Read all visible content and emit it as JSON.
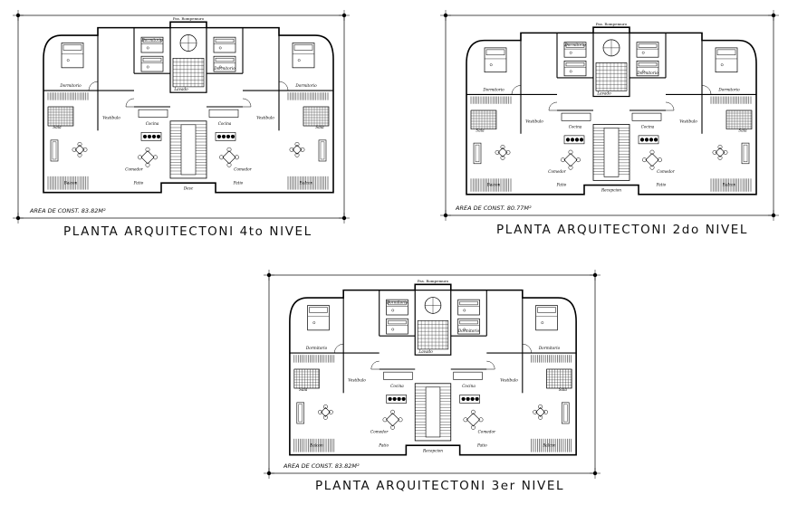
{
  "plans": [
    {
      "id": "4to",
      "caption": "PLANTA ARQUITECTONI 4to NIVEL",
      "area": "AREA DE CONST. 83.82M²",
      "top_label": "Pas. Rompemuro",
      "rooms": {
        "dormitorio": "Dormitorio",
        "cocina": "Cocina",
        "vestibulo": "Vestíbulo",
        "sala": "Sala",
        "comedor": "Comedor",
        "patio": "Patio",
        "balcon": "Balcon",
        "lavado": "Lavado",
        "descanso": "Desc"
      }
    },
    {
      "id": "2do",
      "caption": "PLANTA ARQUITECTONI 2do  NIVEL",
      "area": "AREA DE CONST. 80.77M²",
      "top_label": "Pas. Rompemuro",
      "rooms": {
        "dormitorio": "Dormitorio",
        "cocina": "Cocina",
        "vestibulo": "Vestíbulo",
        "sala": "Sala",
        "comedor": "Comedor",
        "patio": "Patio",
        "balcon": "Balcon",
        "lavado": "Lavado",
        "descanso": "Recepcion"
      }
    },
    {
      "id": "3er",
      "caption": "PLANTA ARQUITECTONI 3er NIVEL",
      "area": "AREA DE CONST. 83.82M²",
      "top_label": "Pas. Rompemuro",
      "rooms": {
        "dormitorio": "Dormitorio",
        "cocina": "Cocina",
        "vestibulo": "Vestíbulo",
        "sala": "Sala",
        "comedor": "Comedor",
        "patio": "Patio",
        "balcon": "Balcon",
        "lavado": "Lavado",
        "descanso": "Recepcion"
      }
    }
  ],
  "colors": {
    "line": "#000000",
    "paper": "#ffffff"
  }
}
